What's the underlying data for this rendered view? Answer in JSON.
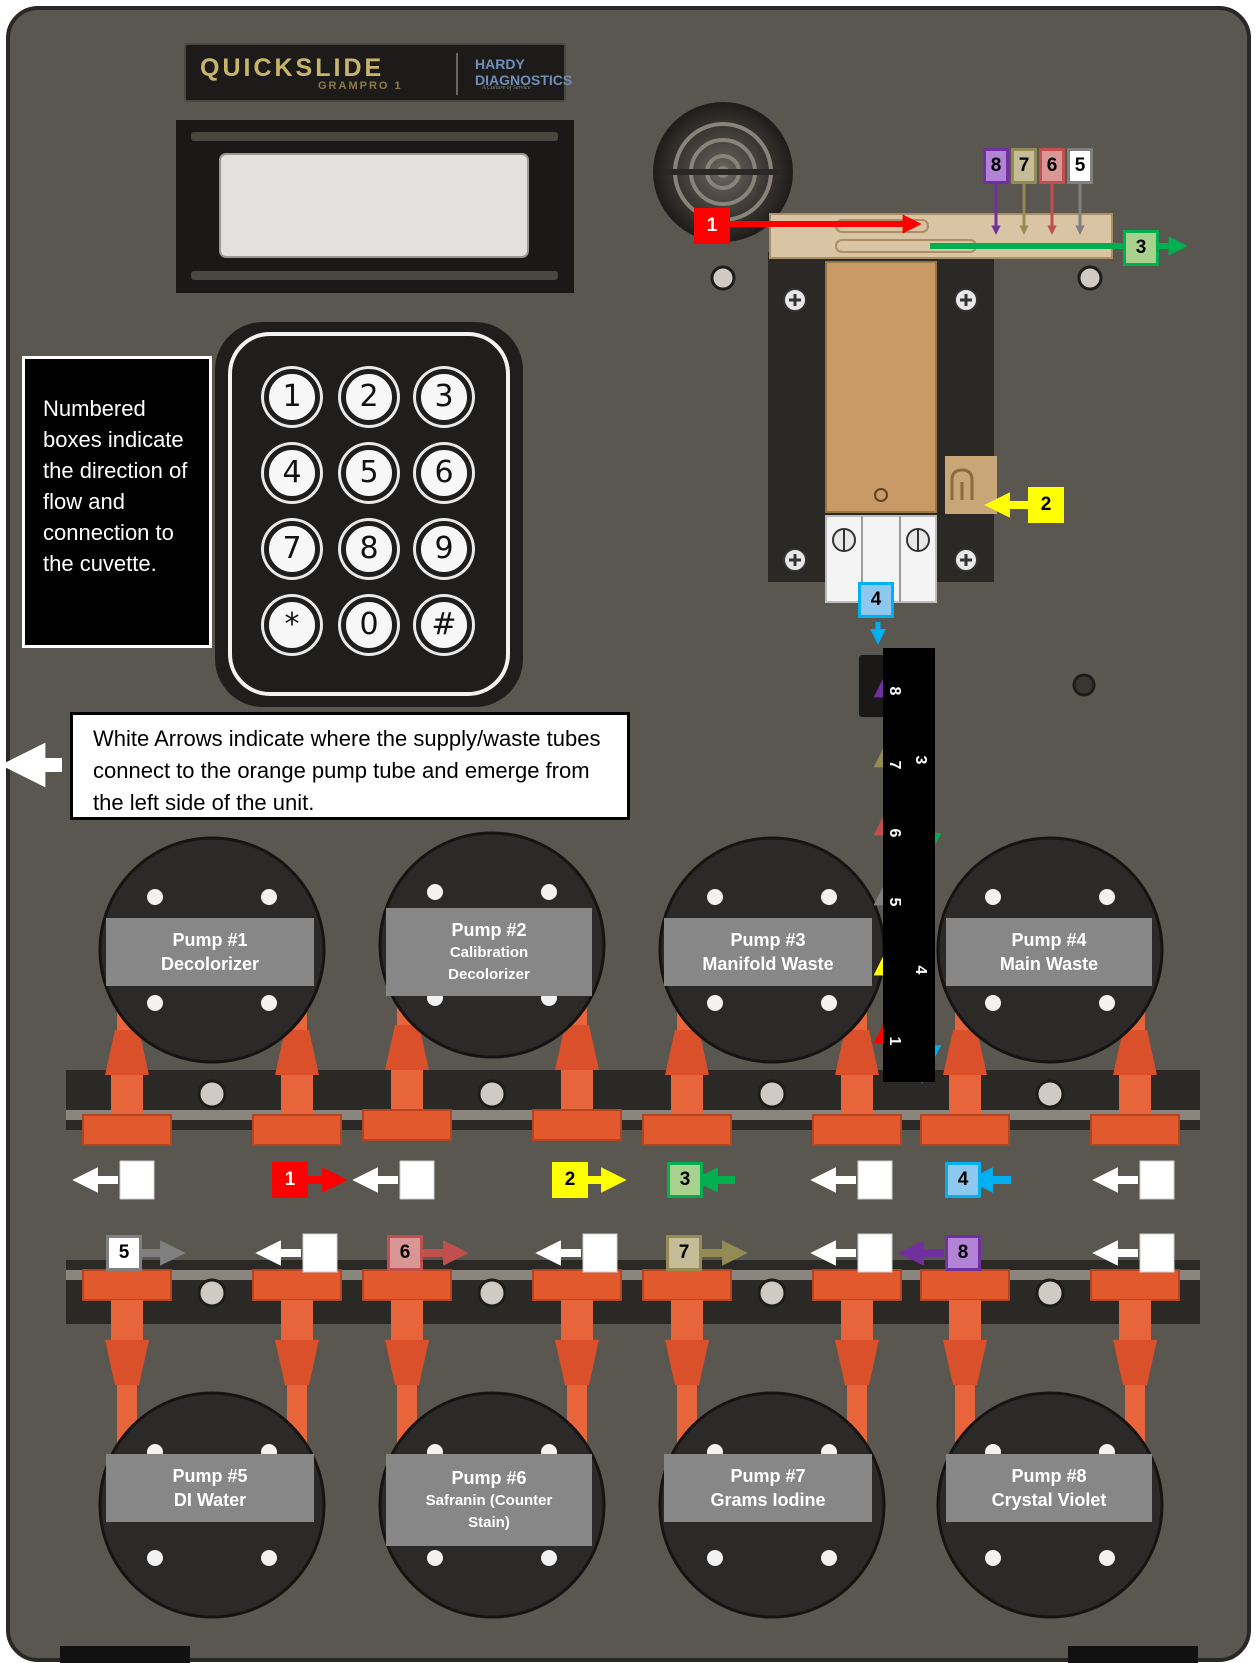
{
  "device": {
    "brand": "QUICKSLIDE",
    "model": "GRAMPRO 1",
    "maker": "HARDY DIAGNOSTICS",
    "maker_tagline": "A Culture of Service"
  },
  "keypad": {
    "keys": [
      "1",
      "2",
      "3",
      "4",
      "5",
      "6",
      "7",
      "8",
      "9",
      "*",
      "0",
      "#"
    ]
  },
  "notes": {
    "numbered_boxes": "Numbered boxes indicate the direction of flow and connection to the cuvette.",
    "white_arrows": "White Arrows indicate where the supply/waste tubes connect to the orange pump tube and emerge from the left side of the unit."
  },
  "pumps": [
    {
      "number": "Pump #1",
      "name": "Decolorizer"
    },
    {
      "number": "Pump #2",
      "name": "Calibration Decolorizer"
    },
    {
      "number": "Pump #3",
      "name": "Manifold Waste"
    },
    {
      "number": "Pump #4",
      "name": "Main Waste"
    },
    {
      "number": "Pump #5",
      "name": "DI Water"
    },
    {
      "number": "Pump #6",
      "name": "Safranin (Counter Stain)"
    },
    {
      "number": "Pump #7",
      "name": "Grams Iodine"
    },
    {
      "number": "Pump #8",
      "name": "Crystal Violet"
    }
  ],
  "flow_lines": [
    {
      "n": "1",
      "color": "#ff0000",
      "box_fill": "#ff0000",
      "text_color": "#ffffff"
    },
    {
      "n": "2",
      "color": "#ffff00",
      "box_fill": "#ffff00",
      "text_color": "#000000"
    },
    {
      "n": "3",
      "color": "#00b050",
      "box_fill": "#a9d18e",
      "text_color": "#000000"
    },
    {
      "n": "4",
      "color": "#00b0f0",
      "box_fill": "#8fc8ef",
      "text_color": "#000000"
    },
    {
      "n": "5",
      "color": "#808080",
      "box_fill": "#ffffff",
      "text_color": "#000000"
    },
    {
      "n": "6",
      "color": "#c0504d",
      "box_fill": "#d99694",
      "text_color": "#000000"
    },
    {
      "n": "7",
      "color": "#948a54",
      "box_fill": "#c4bd97",
      "text_color": "#000000"
    },
    {
      "n": "8",
      "color": "#7030a0",
      "box_fill": "#b283d6",
      "text_color": "#000000"
    }
  ],
  "colors": {
    "housing": "#5a5650",
    "panel_edge": "#3a3733",
    "pump_head": "#2c2a28",
    "pump_tube": "#e8643a",
    "manifold": "#d9c4a3",
    "cuvette": "#c79a66"
  }
}
